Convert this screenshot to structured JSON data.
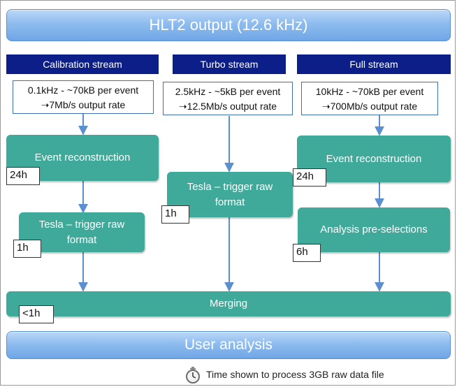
{
  "title": "HLT2 output (12.6 kHz)",
  "streams": [
    {
      "name": "Calibration stream",
      "rate_line1": "0.1kHz - ~70kB per event",
      "rate_line2": "➝7Mb/s output rate"
    },
    {
      "name": "Turbo stream",
      "rate_line1": "2.5kHz - ~5kB per event",
      "rate_line2": "➝12.5Mb/s output rate"
    },
    {
      "name": "Full stream",
      "rate_line1": "10kHz - ~70kB per event",
      "rate_line2": "➝700Mb/s output rate"
    }
  ],
  "steps": {
    "calib_reco": {
      "label": "Event reconstruction",
      "time": "24h"
    },
    "calib_tesla": {
      "label": "Tesla – trigger raw format",
      "time": "1h"
    },
    "turbo_tesla": {
      "label": "Tesla – trigger raw format",
      "time": "1h"
    },
    "full_reco": {
      "label": "Event reconstruction",
      "time": "24h"
    },
    "full_presel": {
      "label": "Analysis pre-selections",
      "time": "6h"
    },
    "merging": {
      "label": "Merging",
      "time": "<1h"
    }
  },
  "user_analysis": "User analysis",
  "legend": {
    "icon": "stopwatch-icon",
    "text": "Time shown to process 3GB raw data file"
  },
  "colors": {
    "stream_header": "#0c1f88",
    "process_box": "#3fa99a",
    "arrow": "#5b8fd0"
  }
}
